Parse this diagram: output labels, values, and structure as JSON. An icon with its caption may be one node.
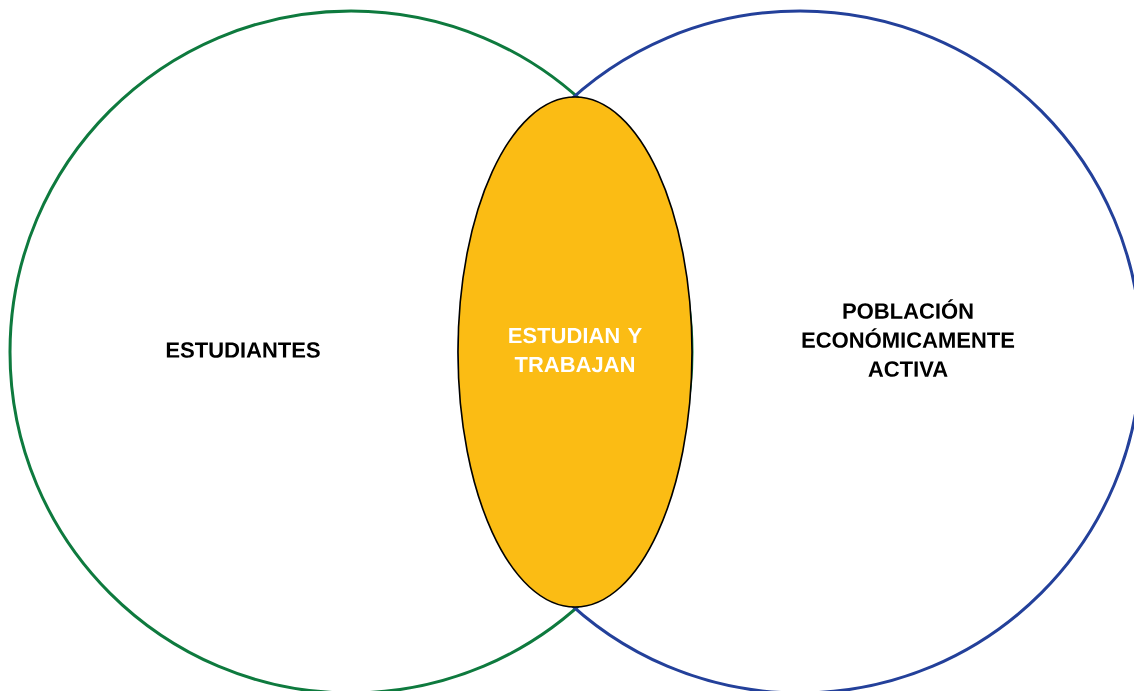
{
  "diagram": {
    "nodes": [
      {
        "text": [
          "ESTUDIANTES"
        ]
      },
      {
        "text": [
          "POBLACIÓN ECONÓMICAMENTE ACTIVA"
        ]
      },
      {
        "text": [
          "ESTUDIAN Y TRABAJAN"
        ]
      }
    ]
  }
}
